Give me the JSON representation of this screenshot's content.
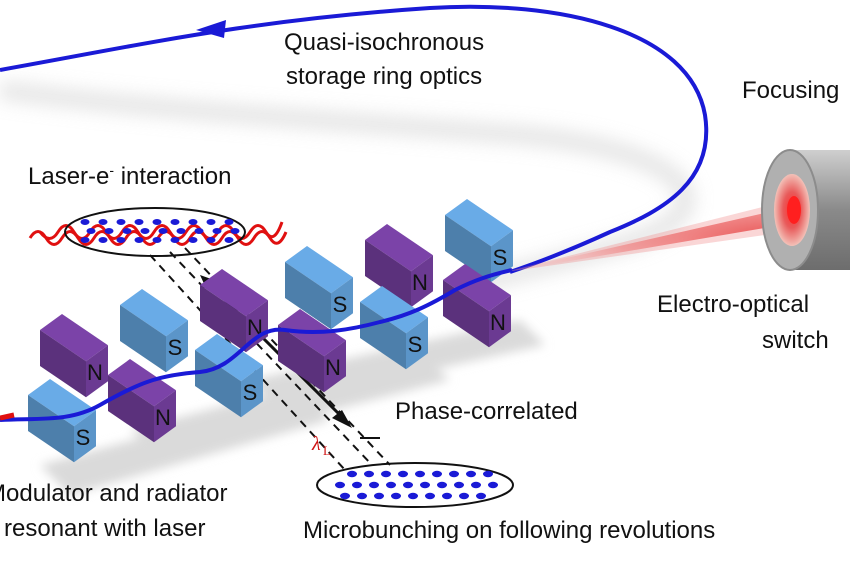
{
  "labels": {
    "ring_line1": "Quasi-isochronous",
    "ring_line2": "storage ring optics",
    "focusing": "Focusing",
    "interaction_prefix": "Laser-e",
    "interaction_sup": "-",
    "interaction_suffix": " interaction",
    "eo_line1": "Electro-optical",
    "eo_line2": "switch",
    "phase": "Phase-correlated",
    "lambda_sym": "λ",
    "lambda_sub": "L",
    "modulator_line1": "Modulator and radiator",
    "modulator_line2": "resonant with laser",
    "microbunching": "Microbunching on following revolutions"
  },
  "magnet_labels": {
    "north": "N",
    "south": "S"
  },
  "colors": {
    "beam": "#1a1ad6",
    "laser": "#e01010",
    "north_pole": "#6b3a92",
    "south_pole": "#5b95c9",
    "shadow": "#d9d9d9",
    "lambda": "#d01515"
  },
  "icons": {
    "direction": "arrowhead-left-icon",
    "lens": "focusing-lens-icon"
  }
}
